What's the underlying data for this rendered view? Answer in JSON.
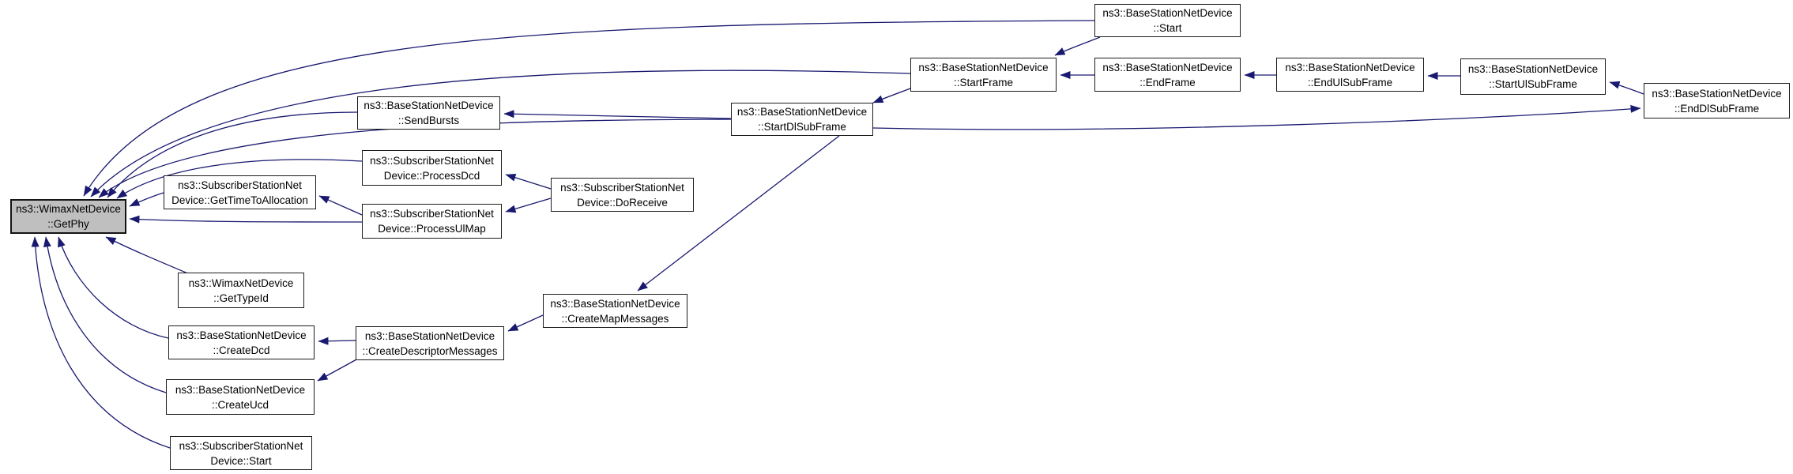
{
  "diagram": {
    "type": "doxygen-caller-graph",
    "subject": "ns3::WimaxNetDevice::GetPhy",
    "edge_color": "#191970",
    "node_fill": "#ffffff",
    "main_node_fill": "#bfbfbf",
    "node_border": "#1c1c1c"
  },
  "nodes": {
    "getphy": {
      "line1": "ns3::WimaxNetDevice",
      "line2": "::GetPhy"
    },
    "gettime": {
      "line1": "ns3::SubscriberStationNet",
      "line2": "Device::GetTimeToAllocation"
    },
    "gettypeid": {
      "line1": "ns3::WimaxNetDevice",
      "line2": "::GetTypeId"
    },
    "createdcd": {
      "line1": "ns3::BaseStationNetDevice",
      "line2": "::CreateDcd"
    },
    "createucd": {
      "line1": "ns3::BaseStationNetDevice",
      "line2": "::CreateUcd"
    },
    "ssstart": {
      "line1": "ns3::SubscriberStationNet",
      "line2": "Device::Start"
    },
    "sendbursts": {
      "line1": "ns3::BaseStationNetDevice",
      "line2": "::SendBursts"
    },
    "processdcd": {
      "line1": "ns3::SubscriberStationNet",
      "line2": "Device::ProcessDcd"
    },
    "processulmap": {
      "line1": "ns3::SubscriberStationNet",
      "line2": "Device::ProcessUlMap"
    },
    "createdesc": {
      "line1": "ns3::BaseStationNetDevice",
      "line2": "::CreateDescriptorMessages"
    },
    "doreceive": {
      "line1": "ns3::SubscriberStationNet",
      "line2": "Device::DoReceive"
    },
    "createmap": {
      "line1": "ns3::BaseStationNetDevice",
      "line2": "::CreateMapMessages"
    },
    "startdl": {
      "line1": "ns3::BaseStationNetDevice",
      "line2": "::StartDlSubFrame"
    },
    "startframe": {
      "line1": "ns3::BaseStationNetDevice",
      "line2": "::StartFrame"
    },
    "bsstart": {
      "line1": "ns3::BaseStationNetDevice",
      "line2": "::Start"
    },
    "endframe": {
      "line1": "ns3::BaseStationNetDevice",
      "line2": "::EndFrame"
    },
    "endul": {
      "line1": "ns3::BaseStationNetDevice",
      "line2": "::EndUlSubFrame"
    },
    "startul": {
      "line1": "ns3::BaseStationNetDevice",
      "line2": "::StartUlSubFrame"
    },
    "enddl": {
      "line1": "ns3::BaseStationNetDevice",
      "line2": "::EndDlSubFrame"
    }
  },
  "edges": [
    {
      "from": "bsstart",
      "to": "getphy"
    },
    {
      "from": "startframe",
      "to": "getphy"
    },
    {
      "from": "startdl",
      "to": "getphy"
    },
    {
      "from": "sendbursts",
      "to": "getphy"
    },
    {
      "from": "processdcd",
      "to": "getphy"
    },
    {
      "from": "gettime",
      "to": "getphy"
    },
    {
      "from": "processulmap",
      "to": "getphy"
    },
    {
      "from": "gettypeid",
      "to": "getphy"
    },
    {
      "from": "createdcd",
      "to": "getphy"
    },
    {
      "from": "createucd",
      "to": "getphy"
    },
    {
      "from": "ssstart",
      "to": "getphy"
    },
    {
      "from": "bsstart",
      "to": "startframe"
    },
    {
      "from": "endframe",
      "to": "startframe"
    },
    {
      "from": "endul",
      "to": "endframe"
    },
    {
      "from": "startul",
      "to": "endul"
    },
    {
      "from": "enddl",
      "to": "startul"
    },
    {
      "from": "startdl",
      "to": "enddl"
    },
    {
      "from": "startframe",
      "to": "startdl"
    },
    {
      "from": "startdl",
      "to": "sendbursts"
    },
    {
      "from": "startdl",
      "to": "createmap"
    },
    {
      "from": "createmap",
      "to": "createdesc"
    },
    {
      "from": "createdesc",
      "to": "createdcd"
    },
    {
      "from": "createdesc",
      "to": "createucd"
    },
    {
      "from": "doreceive",
      "to": "processdcd"
    },
    {
      "from": "doreceive",
      "to": "processulmap"
    },
    {
      "from": "processulmap",
      "to": "gettime"
    }
  ]
}
